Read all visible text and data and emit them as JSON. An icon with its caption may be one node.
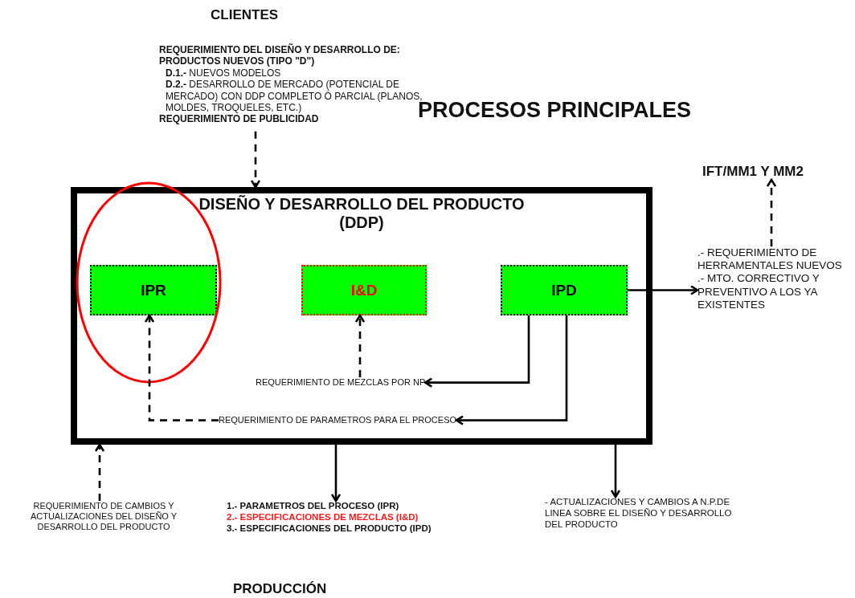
{
  "diagram": {
    "title": "PROCESOS PRINCIPALES",
    "nodes": [
      {
        "text": [
          "REQUERIMIENTO DEL DISEÑO Y DESARROLLO DE: PRODUCTOS NUEVOS (TIPO \"D\")",
          "**D.1.-** NUEVOS MODELOS",
          "**D.2.-** DESARROLLO DE MERCADO (POTENCIAL DE MERCADO) CON DDP COMPLETO Ó PARCIAL (PLANOS, MOLDES, TROQUELES, ETC.)",
          "REQUERIMIENTO DE PUBLICIDAD"
        ]
      },
      {
        "text": [
          "DISEÑO Y DESARROLLO DEL PRODUCTO (DDP)"
        ]
      },
      {
        "text": [
          "IPR"
        ],
        "in": 1
      },
      {
        "text": [
          "I&D"
        ],
        "in": 1
      },
      {
        "text": [
          "IPD"
        ],
        "in": 1
      },
      {
        "text": [
          "REQUERIMIENTO DE MEZCLAS POR NP"
        ],
        "in": 1
      },
      {
        "text": [
          "REQUERIMIENTO DE PARAMETROS PARA EL PROCESO"
        ],
        "in": 1
      },
      {
        "text": [
          "IFT/MM1 Y MM2"
        ]
      },
      {
        "text": [
          ".- REQUERIMIENTO DE HERRAMENTALES NUEVOS",
          ".- MTO. CORRECTIVO Y PREVENTIVO A LOS YA EXISTENTES"
        ]
      },
      {
        "text": [
          "REQUERIMIENTO DE CAMBIOS Y ACTUALIZACIONES DEL DISEÑO Y DESARROLLO DEL PRODUCTO"
        ]
      },
      {
        "text": [
          "1.- PARAMETROS DEL PROCESO (IPR)",
          "2.- ESPECIFICACIONES DE MEZCLAS (I&D)",
          "3.- ESPECIFICACIONES DEL PRODUCTO (IPD)"
        ]
      },
      {
        "text": [
          "- ACTUALIZACIONES Y CAMBIOS A N.P.DE LINEA SOBRE EL DISEÑO Y DESARROLLO DEL PRODUCTO"
        ]
      }
    ],
    "edges": [
      {
        "from": 0,
        "to": 1,
        "arrow": "to",
        "style": "dashed"
      },
      {
        "from": 4,
        "to": 8,
        "arrow": "to"
      },
      {
        "from": 8,
        "to": 7,
        "arrow": "to",
        "style": "dashed"
      },
      {
        "from": 4,
        "to": 5,
        "arrow": "to"
      },
      {
        "from": 4,
        "to": 6,
        "arrow": "to"
      },
      {
        "from": 5,
        "to": 3,
        "arrow": "to",
        "style": "dashed"
      },
      {
        "from": 6,
        "to": 2,
        "arrow": "to",
        "style": "dashed"
      },
      {
        "from": 9,
        "to": 1,
        "arrow": "to",
        "style": "dashed"
      },
      {
        "from": 1,
        "to": 10,
        "arrow": "to"
      },
      {
        "from": 1,
        "to": 11,
        "arrow": "to"
      }
    ],
    "labels": [
      "CLIENTES",
      "PRODUCCIÓN"
    ]
  }
}
